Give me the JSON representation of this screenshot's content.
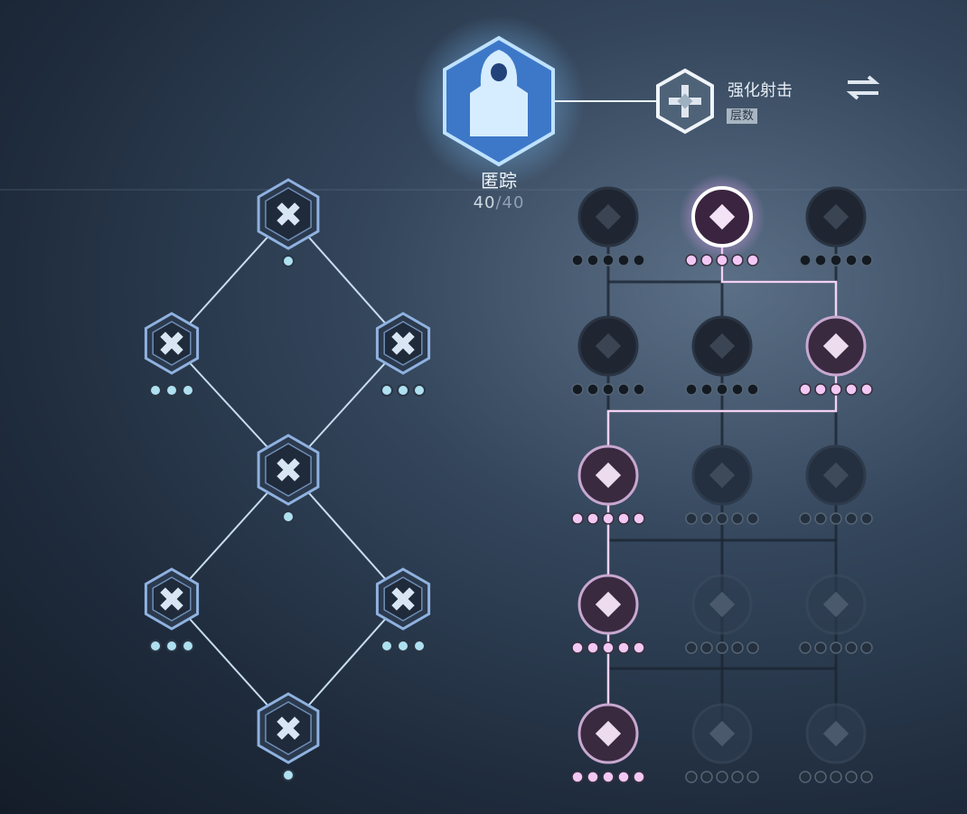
{
  "character": {
    "name": "匿踪",
    "points_current": "40",
    "points_max": "/40"
  },
  "selected_skill": {
    "title": "强化射击",
    "tag": "层数"
  },
  "icons": {
    "swap": "swap-arrows-icon",
    "portrait": "hooded-figure-icon",
    "skill": "crosshair-icon"
  },
  "colors": {
    "active": "#e6b8ea",
    "hex_blue": "#8fb2e0",
    "dot_blue": "#aee0f0"
  },
  "left_tree": [
    {
      "id": "top",
      "dots": 1,
      "filled": 1,
      "icon": "hooded-figure-icon"
    },
    {
      "id": "left-1",
      "dots": 3,
      "filled": 3,
      "icon": "sprint-icon"
    },
    {
      "id": "right-1",
      "dots": 3,
      "filled": 3,
      "icon": "chevrons-up-icon"
    },
    {
      "id": "mid",
      "dots": 1,
      "filled": 1,
      "icon": "shuriken-icon"
    },
    {
      "id": "left-2",
      "dots": 3,
      "filled": 3,
      "icon": "shuriken-icon"
    },
    {
      "id": "right-2",
      "dots": 3,
      "filled": 3,
      "icon": "hooded-figure-icon"
    },
    {
      "id": "bottom",
      "dots": 1,
      "filled": 1,
      "icon": "shuriken-icon"
    }
  ],
  "right_grid": [
    [
      {
        "state": "locked",
        "filled": 0,
        "icon": "diamond-compass-icon"
      },
      {
        "state": "selected",
        "filled": 5,
        "icon": "rocket-burst-icon"
      },
      {
        "state": "locked",
        "filled": 0,
        "icon": "rifle-icon"
      }
    ],
    [
      {
        "state": "locked",
        "filled": 0,
        "icon": "clock-icon"
      },
      {
        "state": "locked",
        "filled": 0,
        "icon": "diamond-arrows-icon"
      },
      {
        "state": "active",
        "filled": 5,
        "icon": "bullets-icon"
      }
    ],
    [
      {
        "state": "active",
        "filled": 5,
        "icon": "diamond-grid-icon"
      },
      {
        "state": "dim",
        "filled": 0,
        "icon": "heart-shield-icon"
      },
      {
        "state": "dim",
        "filled": 0,
        "icon": "target-icon"
      }
    ],
    [
      {
        "state": "active",
        "filled": 5,
        "icon": "gauge-icon"
      },
      {
        "state": "faint",
        "filled": 0,
        "icon": "flask-icon"
      },
      {
        "state": "faint",
        "filled": 0,
        "icon": "crosshair-icon"
      }
    ],
    [
      {
        "state": "active",
        "filled": 5,
        "icon": "star-burst-icon"
      },
      {
        "state": "faint",
        "filled": 0,
        "icon": "diamond-plus-icon"
      },
      {
        "state": "faint",
        "filled": 0,
        "icon": "heart-icon"
      }
    ]
  ]
}
